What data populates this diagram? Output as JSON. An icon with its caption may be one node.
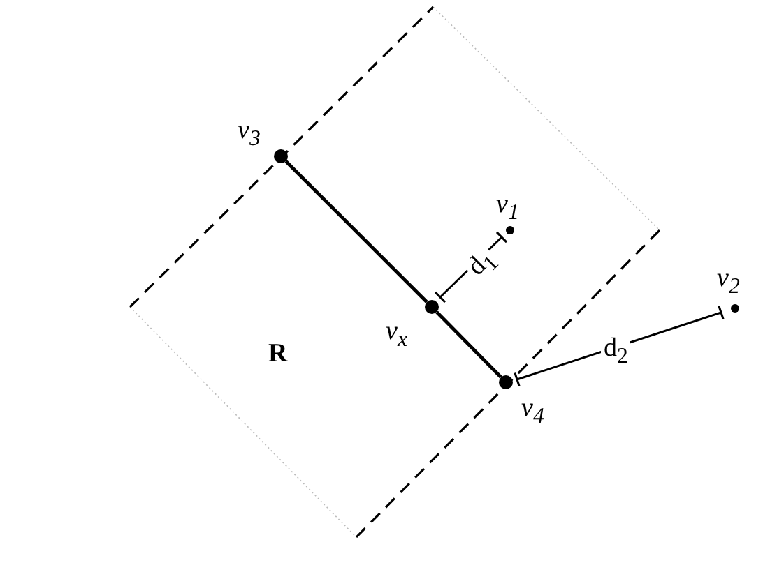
{
  "diagram": {
    "nodes": [
      {
        "text": [
          "ν$_{3}$"
        ]
      },
      {
        "text": [
          "ν$_{1}$"
        ]
      },
      {
        "text": [
          "ν$_{x}$"
        ]
      },
      {
        "text": [
          "ν$_{2}$"
        ]
      },
      {
        "text": [
          "ν$_{4}$"
        ]
      }
    ],
    "edges": [
      {
        "from": 0,
        "to": 2,
        "arrow": "none"
      },
      {
        "from": 2,
        "to": 4,
        "arrow": "none"
      }
    ],
    "labels": [
      "R",
      "d$_{1}$",
      "d$_{2}$"
    ]
  }
}
